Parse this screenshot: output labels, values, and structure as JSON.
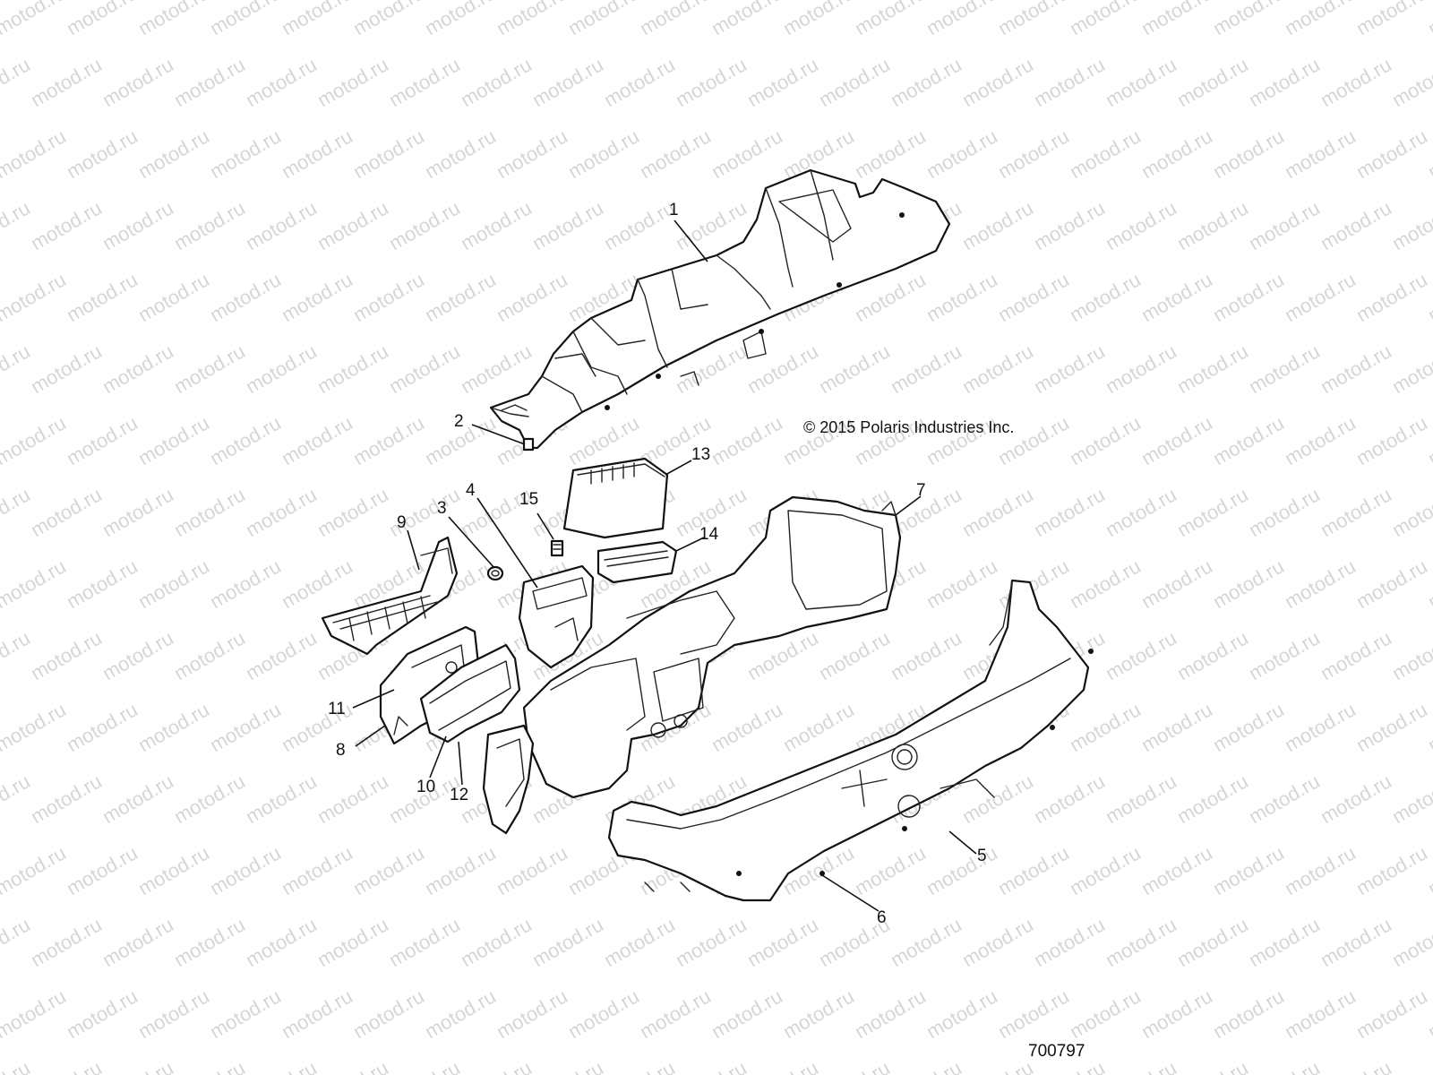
{
  "watermark": "motod.ru",
  "copyright": "© 2015 Polaris Industries Inc.",
  "figure_number": "700797",
  "callouts": [
    "1",
    "2",
    "3",
    "4",
    "5",
    "6",
    "7",
    "8",
    "9",
    "10",
    "11",
    "12",
    "13",
    "14",
    "15"
  ]
}
